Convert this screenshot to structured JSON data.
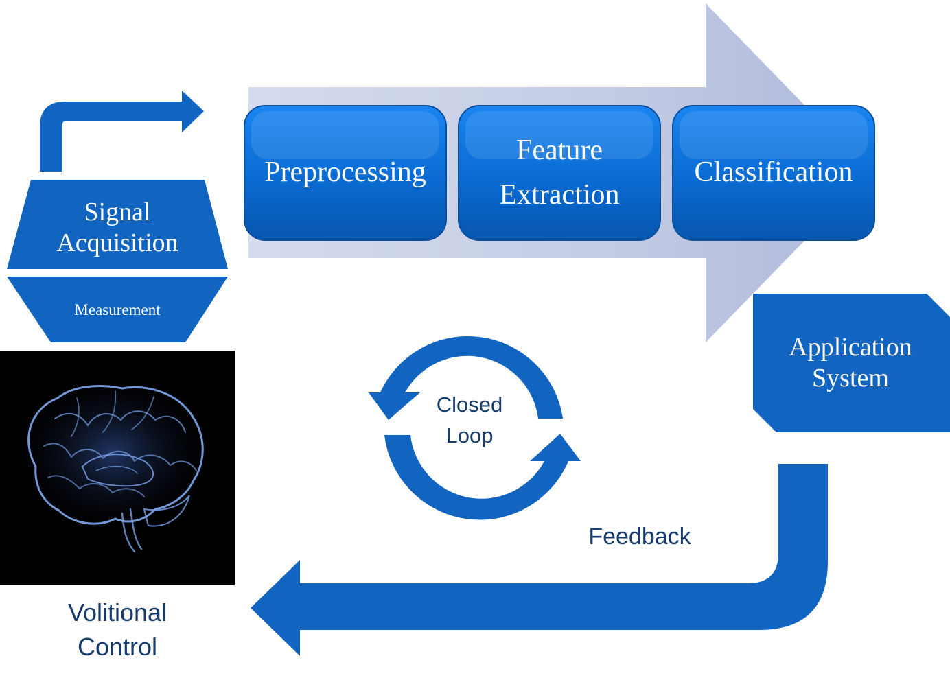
{
  "colors": {
    "box_blue": "#0a6fd6",
    "shape_blue": "#1164bf",
    "big_arrow": "#b9c4df",
    "text_dark": "#173b6a",
    "brain_background": "#000000",
    "brain_glow": "#7fa8f0"
  },
  "signal_acquisition": {
    "line1": "Signal",
    "line2": "Acquisition"
  },
  "measurement": {
    "label": "Measurement"
  },
  "steps": [
    {
      "lines": [
        "Preprocessing"
      ]
    },
    {
      "lines": [
        "Feature",
        "Extraction"
      ]
    },
    {
      "lines": [
        "Classification"
      ]
    }
  ],
  "application_system": {
    "line1": "Application",
    "line2": "System"
  },
  "closed_loop": {
    "line1": "Closed",
    "line2": "Loop"
  },
  "feedback": {
    "label": "Feedback"
  },
  "volitional_control": {
    "line1": "Volitional",
    "line2": "Control"
  },
  "icons": [
    "bent-up-arrow-icon",
    "pipeline-arrow-icon",
    "cycle-arrows-icon",
    "feedback-arrow-icon",
    "brain-image"
  ]
}
